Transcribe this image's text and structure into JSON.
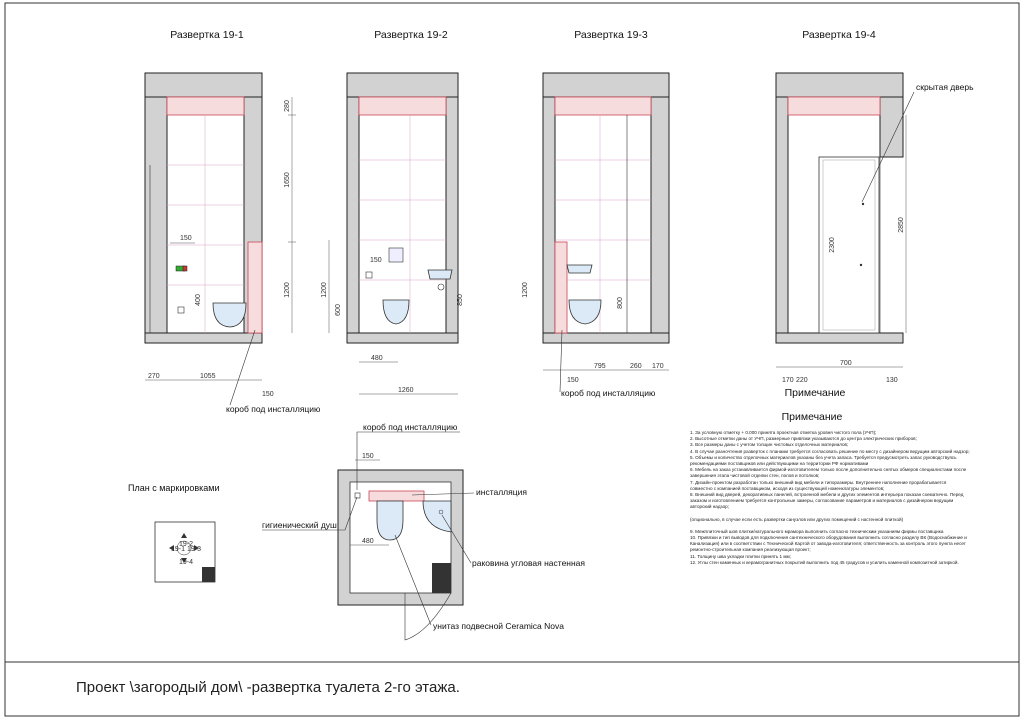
{
  "views": [
    {
      "title": "Развертка 19-1"
    },
    {
      "title": "Развертка 19-2"
    },
    {
      "title": "Развертка 19-3"
    },
    {
      "title": "Развертка 19-4"
    }
  ],
  "dims": {
    "v1_270": "270",
    "v1_1055": "1055",
    "v1_150b": "150",
    "v1_280": "280",
    "v1_1650": "1650",
    "v1_1200": "1200",
    "v1_400": "400",
    "v1_150": "150",
    "v2_480": "480",
    "v2_1260": "1260",
    "v2_1200": "1200",
    "v2_600": "600",
    "v2_850": "850",
    "v2_150": "150",
    "v3_795": "795",
    "v3_260": "260",
    "v3_170": "170",
    "v3_150": "150",
    "v3_1200": "1200",
    "v3_800": "800",
    "v4_170": "170",
    "v4_220": "220",
    "v4_700": "700",
    "v4_130": "130",
    "v4_2300": "2300",
    "v4_2850": "2850",
    "plan_150": "150",
    "plan_480": "480"
  },
  "labels": {
    "box_installation": "короб под инсталляцию",
    "box_installation_3": "короб под инсталляцию",
    "box_installation_plan": "короб под инсталляцию",
    "hidden_door": "скрытая дверь",
    "installation": "инсталляция",
    "hygienic_shower": "гигиенический душ",
    "corner_sink": "раковина угловая настенная",
    "toilet": "унитаз подвесной Ceramica Nova",
    "plan_markings": "План с маркировками",
    "mini_192": "19-2",
    "mini_191": "19-1",
    "mini_193": "19-3",
    "mini_194": "19-4"
  },
  "notes": {
    "heading_1": "Примечание",
    "heading_2": "Примечание",
    "items": [
      "1.      За условную отметку + 0.000 принята проектная отметка уровня чистого пола (УЧП);",
      "2.      Высотные отметки даны от УЧП, размерные привязки указываются до центра электрических приборов;",
      "3.      Все размеры даны с учетом толщин чистовых отделочных материалов;",
      "4.      В случае разночтения разверток с планами требуется согласовать решение по месту с дизайнером ведущим авторский надзор;",
      "5.      Объемы и количество отделочных материалов указаны без учета запаса. Требуется предусмотреть запас руководствуясь рекомендациями поставщиков или действующими на территории РФ нормативами",
      "6.      Мебель на заказ устанавливается фирмой-изготовителем только после дополнительно снятых обмеров специалистами после завершения этапа чистовой отделки стен, полов и потолков;",
      "7.      Дизайн-проектом разработан только внешний вид мебели и типоразмеры. Внутреннее наполнение прорабатывается совместно с компанией поставщиком, исходя из существующей номенклатуры элементов;",
      "8.      Внешний вид дверей, декоративных панелей, встроенной мебели и других элементов интерьера показан схематично. Перед заказом и изготовлением требуется контрольные замеры, согласование параметров и материалов с дизайнером ведущим авторский надзор;",
      "(опционально, в случае если есть развертки санузлов или других помещений с настенной плиткой)",
      "9.      Межплиточный шов плитки/натурального мрамора выполнить согласно техническим указаниям фирмы поставщика",
      "10.     Привязки и тип выводов для подключения сантехнического оборудования выполнить согласно разделу ВК (Водоснабжение и Канализация) или в соответствии с Технической Картой от завода-изготовителя; ответственность за контроль этого пункта несет ремонтно-строительная компания реализующая проект;",
      "11.     Толщину шва укладки плитки принять 1 мм;",
      "12.     Углы стен каменных и керамогранитных покрытий выполнить под 45 градусов и усилить каменной композитной затиркой."
    ]
  },
  "footer": {
    "title": "Проект \\загородый дом\\ -развертка туалета 2-го этажа."
  }
}
